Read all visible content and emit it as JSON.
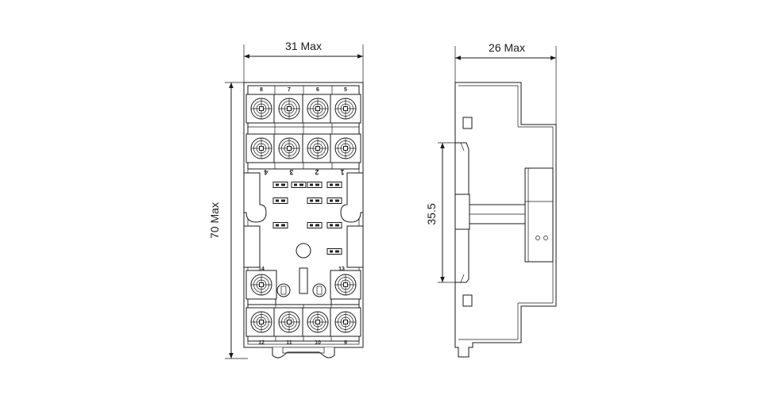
{
  "dimensions": {
    "front_width": "31 Max",
    "front_height": "70 Max",
    "side_depth": "26 Max",
    "rail_height": "35.5"
  },
  "terminals": {
    "top_numbers": [
      "8",
      "7",
      "6",
      "5"
    ],
    "middle_numbers": [
      "4",
      "3",
      "2",
      "1"
    ],
    "side_numbers": [
      "14",
      "13"
    ],
    "bottom_numbers": [
      "12",
      "11",
      "10",
      "9"
    ]
  }
}
